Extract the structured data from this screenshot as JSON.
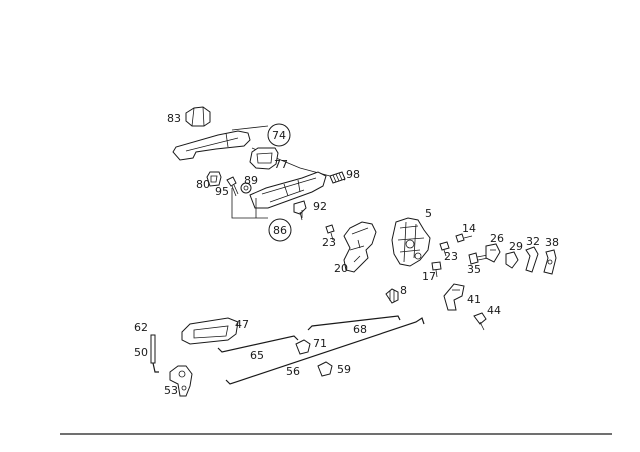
{
  "callouts": {
    "c83": "83",
    "c74": "74",
    "c77": "77",
    "c80": "80",
    "c95": "95",
    "c89": "89",
    "c98": "98",
    "c92": "92",
    "c86": "86",
    "c5": "5",
    "c14": "14",
    "c23a": "23",
    "c23b": "23",
    "c20": "20",
    "c26": "26",
    "c29": "29",
    "c32": "32",
    "c38": "38",
    "c35": "35",
    "c17": "17",
    "c8": "8",
    "c41": "41",
    "c44": "44",
    "c62": "62",
    "c47": "47",
    "c68": "68",
    "c50": "50",
    "c71": "71",
    "c65": "65",
    "c56": "56",
    "c59": "59",
    "c53": "53"
  },
  "colors": {
    "line": "#1a1a1a",
    "background": "#ffffff"
  }
}
